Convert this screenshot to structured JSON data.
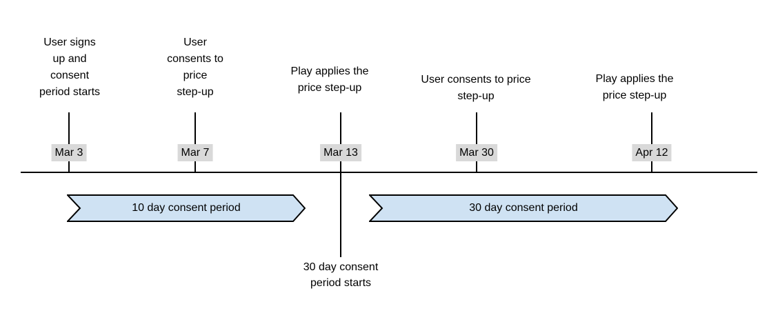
{
  "diagram": {
    "type": "timeline",
    "events": [
      {
        "date": "Mar 3",
        "label": "User signs\nup and\nconsent\nperiod starts"
      },
      {
        "date": "Mar 7",
        "label": "User\nconsents to\nprice\nstep-up"
      },
      {
        "date": "Mar 13",
        "label": "Play applies the\nprice step-up",
        "below_label": "30 day consent\nperiod starts"
      },
      {
        "date": "Mar 30",
        "label": "User consents to price\nstep-up"
      },
      {
        "date": "Apr 12",
        "label": "Play applies the\nprice step-up"
      }
    ],
    "periods": [
      {
        "label": "10 day consent period",
        "start_date": "Mar 3",
        "end_date": "Mar 13"
      },
      {
        "label": "30 day consent period",
        "start_date": "Mar 13",
        "end_date": "Apr 12"
      }
    ],
    "colors": {
      "banner_fill": "#cfe2f3",
      "banner_stroke": "#000000",
      "date_chip_bg": "#d9d9d9",
      "axis": "#000000",
      "text": "#000000",
      "background": "#ffffff"
    }
  }
}
